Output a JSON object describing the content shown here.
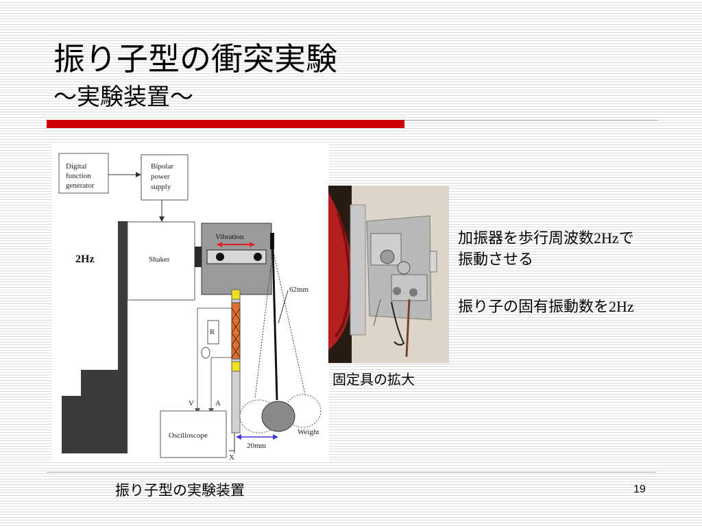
{
  "slide": {
    "title": "振り子型の衝突実験",
    "subtitle": "～実験装置～",
    "page_number": "19",
    "footer_caption": "振り子型の実験装置"
  },
  "diagram": {
    "digital_function_generator": [
      "Digital",
      "function",
      "generator"
    ],
    "bipolar_power_supply": [
      "Bipolar",
      "power",
      "supply"
    ],
    "frequency": "2Hz",
    "shaker": "Shaker",
    "vibration": "Vibration",
    "length": "62mm",
    "resistor": "R",
    "voltage": "V",
    "current": "A",
    "oscilloscope": "Oscilloscope",
    "weight": "Weight",
    "distance": "20mm",
    "displacement": "X"
  },
  "photo": {
    "caption": "固定具の拡大"
  },
  "notes": {
    "line1_prefix": "加振器を歩行周波数",
    "line1_value": "2Hz",
    "line1_suffix": "で",
    "line2": "振動させる",
    "line3_prefix": "振り子の固有振動数を",
    "line3_value": "2Hz"
  },
  "colors": {
    "accent_red": "#cc0000",
    "vibration_arrow": "#e02020",
    "distance_arrow": "#3a3ad0",
    "coil_orange": "#e07030",
    "connector_yellow": "#f0e020"
  }
}
